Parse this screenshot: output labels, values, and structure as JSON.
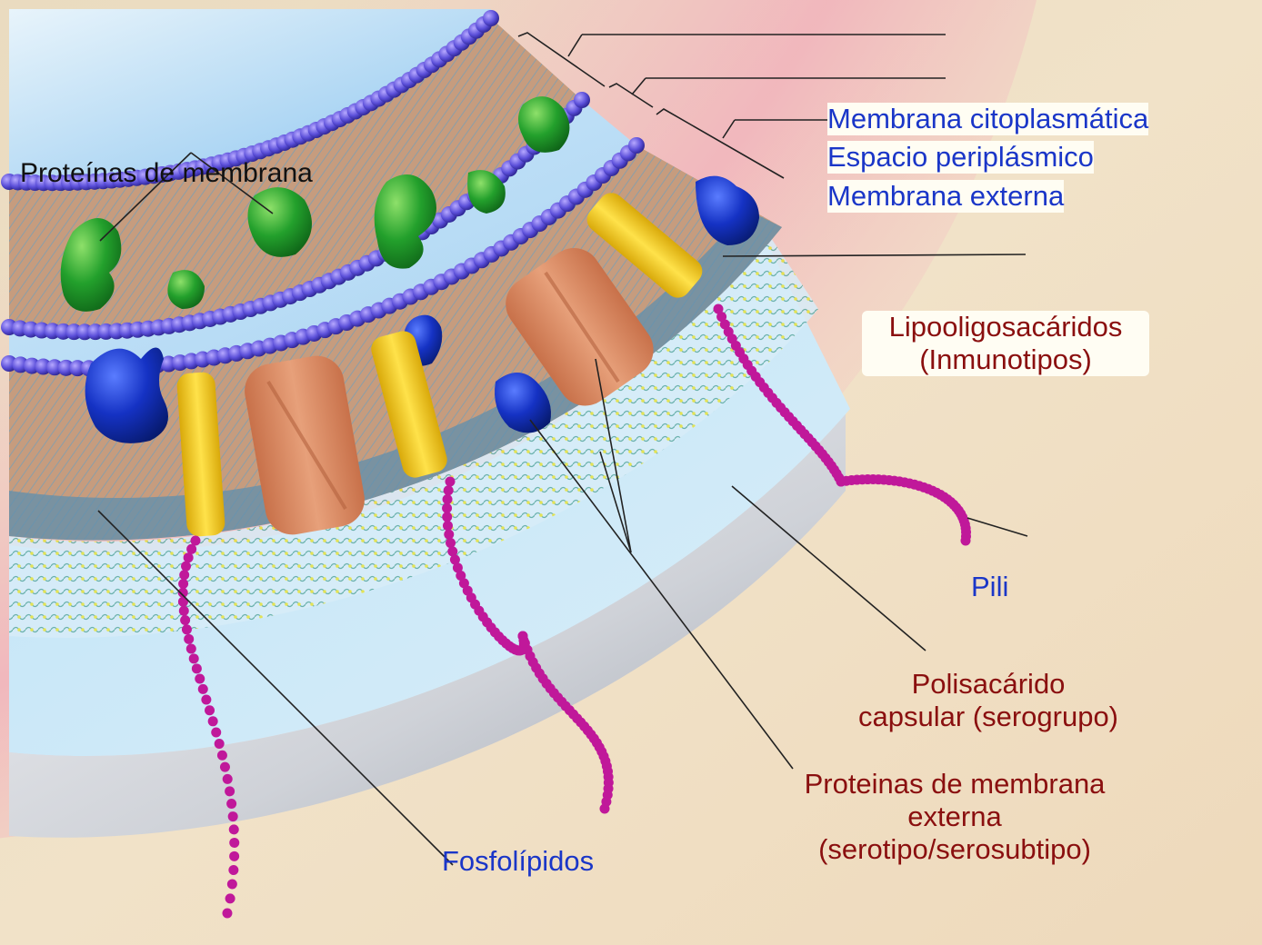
{
  "labels": {
    "proteinas_membrana": "Proteínas de membrana",
    "membrana_citoplasmatica": "Membrana citoplasmática",
    "espacio_periplasmico": "Espacio periplásmico",
    "membrana_externa": "Membrana externa",
    "lipooligosacaridos_1": "Lipooligosacáridos",
    "lipooligosacaridos_2": "(Inmunotipos)",
    "pili": "Pili",
    "polisacarido_1": "Polisacárido",
    "polisacarido_2": "capsular (serogrupo)",
    "prot_ext_1": "Proteinas de membrana",
    "prot_ext_2": "externa",
    "prot_ext_3": "(serotipo/serosubtipo)",
    "fosfolipidos": "Fosfolípidos"
  },
  "colors": {
    "background": "#f0dfc4",
    "label_blue": "#1a36c8",
    "label_red": "#8a0f0f",
    "green_protein": "#1f9a2a",
    "blue_protein": "#1236c0",
    "yellow_porin": "#f0c81a",
    "orange_porin": "#d98a5a",
    "pili": "#c0189a"
  }
}
